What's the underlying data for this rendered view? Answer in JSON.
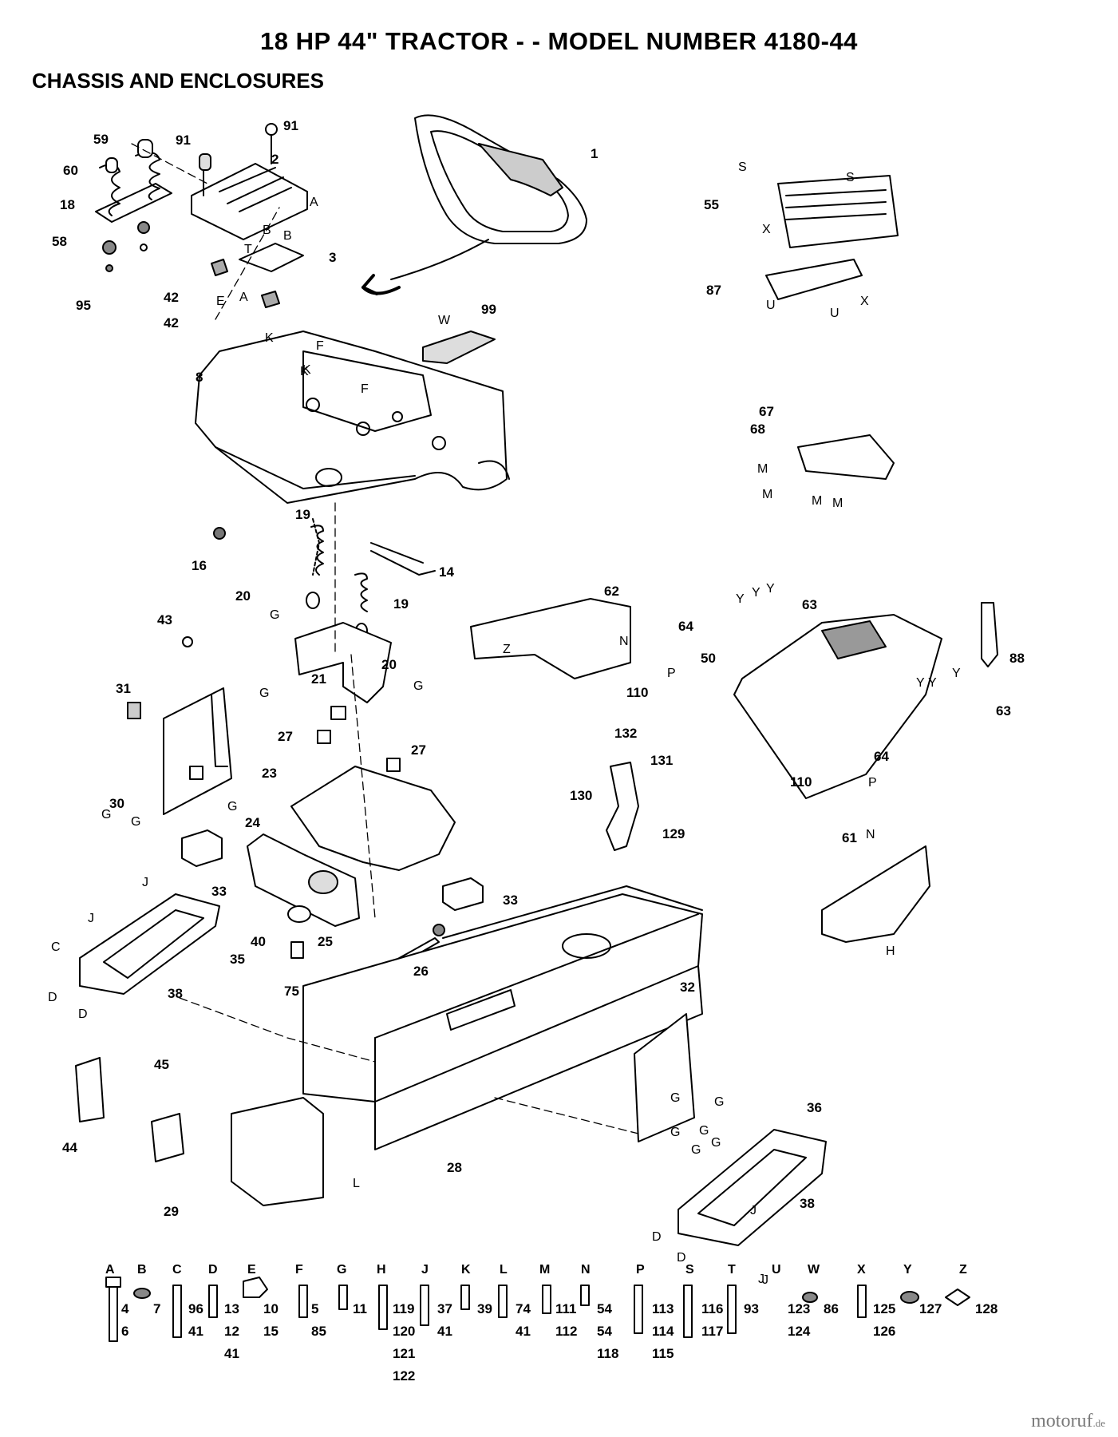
{
  "header": {
    "title": "18 HP 44\" TRACTOR - - MODEL NUMBER 4180-44",
    "subtitle": "CHASSIS AND ENCLOSURES"
  },
  "watermark": {
    "text": "motoruf",
    "suffix": ".de"
  },
  "callouts": [
    "1",
    "2",
    "3",
    "8",
    "14",
    "16",
    "18",
    "19",
    "19",
    "20",
    "20",
    "21",
    "23",
    "24",
    "25",
    "26",
    "27",
    "27",
    "28",
    "29",
    "30",
    "31",
    "32",
    "33",
    "33",
    "35",
    "36",
    "38",
    "38",
    "40",
    "42",
    "42",
    "43",
    "44",
    "45",
    "50",
    "55",
    "58",
    "59",
    "60",
    "61",
    "62",
    "63",
    "63",
    "64",
    "64",
    "67",
    "68",
    "75",
    "87",
    "88",
    "91",
    "91",
    "95",
    "99",
    "110",
    "110",
    "129",
    "130",
    "131",
    "132"
  ],
  "connector_letters": [
    "S",
    "S",
    "X",
    "X",
    "U",
    "U",
    "K",
    "K",
    "K",
    "F",
    "F",
    "W",
    "A",
    "T",
    "B",
    "B",
    "E",
    "A",
    "M",
    "M",
    "M",
    "M",
    "G",
    "G",
    "G",
    "G",
    "G",
    "G",
    "G",
    "G",
    "G",
    "G",
    "G",
    "G",
    "N",
    "N",
    "Z",
    "Y",
    "Y",
    "Y",
    "Y",
    "Y",
    "Y",
    "P",
    "P",
    "H",
    "J",
    "J",
    "J",
    "J",
    "J",
    "C",
    "D",
    "D",
    "D",
    "D",
    "L"
  ],
  "hardware_legend": [
    {
      "letter": "A",
      "parts": [
        "4",
        "6"
      ]
    },
    {
      "letter": "B",
      "parts": [
        "7"
      ]
    },
    {
      "letter": "C",
      "parts": [
        "96",
        "41"
      ]
    },
    {
      "letter": "D",
      "parts": [
        "13",
        "12",
        "41"
      ]
    },
    {
      "letter": "E",
      "parts": [
        "10",
        "15"
      ]
    },
    {
      "letter": "F",
      "parts": [
        "5",
        "85"
      ]
    },
    {
      "letter": "G",
      "parts": [
        "11"
      ]
    },
    {
      "letter": "H",
      "parts": [
        "119",
        "120",
        "121",
        "122"
      ]
    },
    {
      "letter": "J",
      "parts": [
        "37",
        "41"
      ]
    },
    {
      "letter": "K",
      "parts": [
        "39"
      ]
    },
    {
      "letter": "L",
      "parts": [
        "74",
        "41"
      ]
    },
    {
      "letter": "M",
      "parts": [
        "111",
        "112"
      ]
    },
    {
      "letter": "N",
      "parts": [
        "54",
        "54",
        "118"
      ]
    },
    {
      "letter": "P",
      "parts": [
        "113",
        "114",
        "115"
      ]
    },
    {
      "letter": "S",
      "parts": [
        "116",
        "117"
      ]
    },
    {
      "letter": "T",
      "parts": [
        "93"
      ]
    },
    {
      "letter": "U",
      "parts": [
        "123",
        "124"
      ]
    },
    {
      "letter": "W",
      "parts": [
        "86"
      ]
    },
    {
      "letter": "X",
      "parts": [
        "125",
        "126"
      ]
    },
    {
      "letter": "Y",
      "parts": [
        "127"
      ]
    },
    {
      "letter": "Z",
      "parts": [
        "128"
      ]
    }
  ]
}
